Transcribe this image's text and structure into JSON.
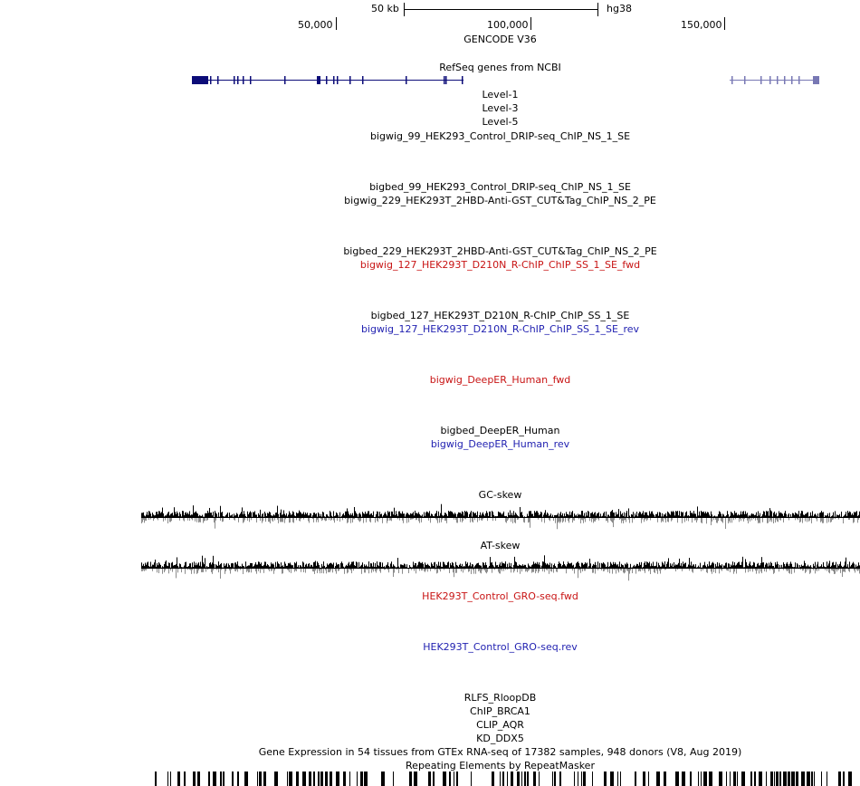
{
  "scale": {
    "bar_label": "50 kb",
    "assembly": "hg38"
  },
  "ruler": {
    "ticks": [
      "50,000",
      "100,000",
      "150,000"
    ],
    "title": "GENCODE V36"
  },
  "tracks": {
    "refseq": "RefSeq genes from NCBI",
    "level1": "Level-1",
    "level3": "Level-3",
    "level5": "Level-5",
    "t01": "bigwig_99_HEK293_Control_DRIP-seq_ChIP_NS_1_SE",
    "t02": "bigbed_99_HEK293_Control_DRIP-seq_ChIP_NS_1_SE",
    "t03": "bigwig_229_HEK293T_2HBD-Anti-GST_CUT&Tag_ChIP_NS_2_PE",
    "t04": "bigbed_229_HEK293T_2HBD-Anti-GST_CUT&Tag_ChIP_NS_2_PE",
    "t05": "bigwig_127_HEK293T_D210N_R-ChIP_ChIP_SS_1_SE_fwd",
    "t06": "bigbed_127_HEK293T_D210N_R-ChIP_ChIP_SS_1_SE",
    "t07": "bigwig_127_HEK293T_D210N_R-ChIP_ChIP_SS_1_SE_rev",
    "t08": "bigwig_DeepER_Human_fwd",
    "t09": "bigbed_DeepER_Human",
    "t10": "bigwig_DeepER_Human_rev",
    "gc": "GC-skew",
    "at": "AT-skew",
    "gro_fwd": "HEK293T_Control_GRO-seq.fwd",
    "gro_rev": "HEK293T_Control_GRO-seq.rev",
    "rlfs": "RLFS_RloopDB",
    "brca1": "ChIP_BRCA1",
    "aqr": "CLIP_AQR",
    "ddx5": "KD_DDX5",
    "gtex": "Gene Expression in 54 tissues from GTEx RNA-seq of 17382 samples, 948 donors (V8, Aug 2019)",
    "rmsk": "Repeating Elements by RepeatMasker"
  },
  "colors": {
    "gene_dark": "#0c0c78",
    "gene_light": "#7878b4",
    "fwd": "#c81414",
    "rev": "#1f1fb0",
    "skew_pos": "#000000",
    "skew_neg": "#8c8c8c"
  }
}
